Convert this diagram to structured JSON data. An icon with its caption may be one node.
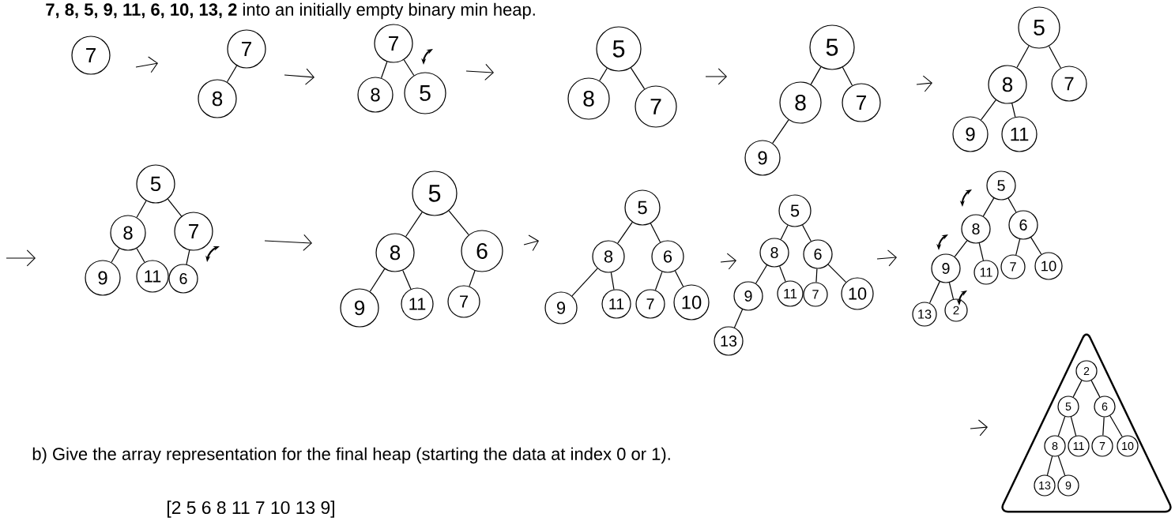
{
  "diagram": {
    "nodes": [
      {
        "text": [
          "7"
        ]
      },
      {
        "text": [
          "7"
        ]
      },
      {
        "text": [
          "8"
        ]
      },
      {
        "text": [
          "7"
        ]
      },
      {
        "text": [
          "8"
        ]
      },
      {
        "text": [
          "5"
        ]
      },
      {
        "text": [
          "5"
        ]
      },
      {
        "text": [
          "8"
        ]
      },
      {
        "text": [
          "7"
        ]
      },
      {
        "text": [
          "5"
        ]
      },
      {
        "text": [
          "8"
        ]
      },
      {
        "text": [
          "7"
        ]
      },
      {
        "text": [
          "9"
        ]
      },
      {
        "text": [
          "5"
        ]
      },
      {
        "text": [
          "8"
        ]
      },
      {
        "text": [
          "7"
        ]
      },
      {
        "text": [
          "9"
        ]
      },
      {
        "text": [
          "11"
        ]
      },
      {
        "text": [
          "5"
        ]
      },
      {
        "text": [
          "8"
        ]
      },
      {
        "text": [
          "7"
        ]
      },
      {
        "text": [
          "9"
        ]
      },
      {
        "text": [
          "11"
        ]
      },
      {
        "text": [
          "6"
        ]
      },
      {
        "text": [
          "5"
        ]
      },
      {
        "text": [
          "8"
        ]
      },
      {
        "text": [
          "6"
        ]
      },
      {
        "text": [
          "9"
        ]
      },
      {
        "text": [
          "11"
        ]
      },
      {
        "text": [
          "7"
        ]
      },
      {
        "text": [
          "5"
        ]
      },
      {
        "text": [
          "8"
        ]
      },
      {
        "text": [
          "6"
        ]
      },
      {
        "text": [
          "9"
        ]
      },
      {
        "text": [
          "11"
        ]
      },
      {
        "text": [
          "7"
        ]
      },
      {
        "text": [
          "10"
        ]
      },
      {
        "text": [
          "5"
        ]
      },
      {
        "text": [
          "8"
        ]
      },
      {
        "text": [
          "6"
        ]
      },
      {
        "text": [
          "9"
        ]
      },
      {
        "text": [
          "11"
        ]
      },
      {
        "text": [
          "7"
        ]
      },
      {
        "text": [
          "10"
        ]
      },
      {
        "text": [
          "13"
        ]
      },
      {
        "text": [
          "5"
        ]
      },
      {
        "text": [
          "8"
        ]
      },
      {
        "text": [
          "6"
        ]
      },
      {
        "text": [
          "9"
        ]
      },
      {
        "text": [
          "11"
        ]
      },
      {
        "text": [
          "7"
        ]
      },
      {
        "text": [
          "10"
        ]
      },
      {
        "text": [
          "13"
        ]
      },
      {
        "text": [
          "2"
        ]
      },
      {
        "text": [],
        "shape": "triangle"
      },
      {
        "text": [
          "2"
        ],
        "in": 54
      },
      {
        "text": [
          "5"
        ],
        "in": 54
      },
      {
        "text": [
          "6"
        ],
        "in": 54
      },
      {
        "text": [
          "8"
        ],
        "in": 54
      },
      {
        "text": [
          "11"
        ],
        "in": 54
      },
      {
        "text": [
          "7"
        ],
        "in": 54
      },
      {
        "text": [
          "10"
        ],
        "in": 54
      },
      {
        "text": [
          "13"
        ],
        "in": 54
      },
      {
        "text": [
          "9"
        ],
        "in": 54
      }
    ],
    "edges": [
      {
        "from": 1,
        "to": 2,
        "arrow": "none"
      },
      {
        "from": 3,
        "to": 4,
        "arrow": "none"
      },
      {
        "from": 3,
        "to": 5,
        "arrow": "none"
      },
      {
        "from": 6,
        "to": 7,
        "arrow": "none"
      },
      {
        "from": 6,
        "to": 8,
        "arrow": "none"
      },
      {
        "from": 9,
        "to": 10,
        "arrow": "none"
      },
      {
        "from": 9,
        "to": 11,
        "arrow": "none"
      },
      {
        "from": 10,
        "to": 12,
        "arrow": "none"
      },
      {
        "from": 13,
        "to": 14,
        "arrow": "none"
      },
      {
        "from": 13,
        "to": 15,
        "arrow": "none"
      },
      {
        "from": 14,
        "to": 16,
        "arrow": "none"
      },
      {
        "from": 14,
        "to": 17,
        "arrow": "none"
      },
      {
        "from": 18,
        "to": 19,
        "arrow": "none"
      },
      {
        "from": 18,
        "to": 20,
        "arrow": "none"
      },
      {
        "from": 19,
        "to": 21,
        "arrow": "none"
      },
      {
        "from": 19,
        "to": 22,
        "arrow": "none"
      },
      {
        "from": 20,
        "to": 23,
        "arrow": "none"
      },
      {
        "from": 24,
        "to": 25,
        "arrow": "none"
      },
      {
        "from": 24,
        "to": 26,
        "arrow": "none"
      },
      {
        "from": 25,
        "to": 27,
        "arrow": "none"
      },
      {
        "from": 25,
        "to": 28,
        "arrow": "none"
      },
      {
        "from": 26,
        "to": 29,
        "arrow": "none"
      },
      {
        "from": 30,
        "to": 31,
        "arrow": "none"
      },
      {
        "from": 30,
        "to": 32,
        "arrow": "none"
      },
      {
        "from": 31,
        "to": 33,
        "arrow": "none"
      },
      {
        "from": 31,
        "to": 34,
        "arrow": "none"
      },
      {
        "from": 32,
        "to": 35,
        "arrow": "none"
      },
      {
        "from": 32,
        "to": 36,
        "arrow": "none"
      },
      {
        "from": 37,
        "to": 38,
        "arrow": "none"
      },
      {
        "from": 37,
        "to": 39,
        "arrow": "none"
      },
      {
        "from": 38,
        "to": 40,
        "arrow": "none"
      },
      {
        "from": 38,
        "to": 41,
        "arrow": "none"
      },
      {
        "from": 39,
        "to": 42,
        "arrow": "none"
      },
      {
        "from": 39,
        "to": 43,
        "arrow": "none"
      },
      {
        "from": 40,
        "to": 44,
        "arrow": "none"
      },
      {
        "from": 45,
        "to": 46,
        "arrow": "none"
      },
      {
        "from": 45,
        "to": 47,
        "arrow": "none"
      },
      {
        "from": 46,
        "to": 48,
        "arrow": "none"
      },
      {
        "from": 46,
        "to": 49,
        "arrow": "none"
      },
      {
        "from": 47,
        "to": 50,
        "arrow": "none"
      },
      {
        "from": 47,
        "to": 51,
        "arrow": "none"
      },
      {
        "from": 48,
        "to": 52,
        "arrow": "none"
      },
      {
        "from": 48,
        "to": 53,
        "arrow": "none"
      },
      {
        "from": 55,
        "to": 56,
        "arrow": "none"
      },
      {
        "from": 55,
        "to": 57,
        "arrow": "none"
      },
      {
        "from": 56,
        "to": 58,
        "arrow": "none"
      },
      {
        "from": 56,
        "to": 59,
        "arrow": "none"
      },
      {
        "from": 57,
        "to": 60,
        "arrow": "none"
      },
      {
        "from": 57,
        "to": 61,
        "arrow": "none"
      },
      {
        "from": 58,
        "to": 62,
        "arrow": "none"
      },
      {
        "from": 58,
        "to": 63,
        "arrow": "none"
      }
    ],
    "labels": [
      "**7, 8, 5, 9, 11, 6, 10, 13, 2** into an initially empty binary min heap.",
      "b) Give the array representation for the final heap (starting the data at index 0 or 1).",
      "[2 5 6 8 11 7 10 13 9]"
    ]
  }
}
